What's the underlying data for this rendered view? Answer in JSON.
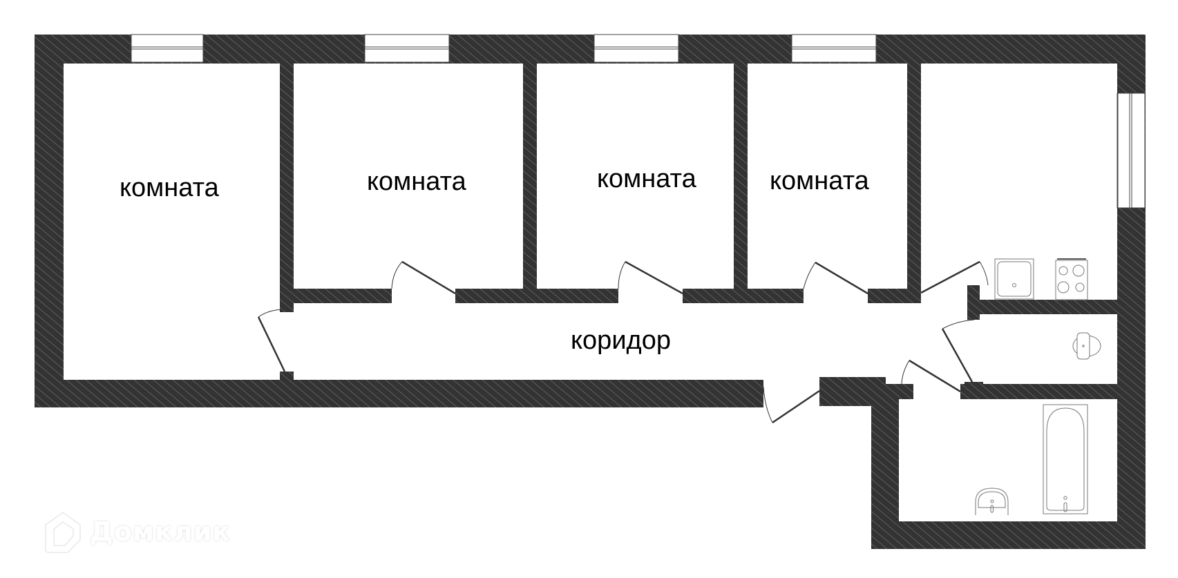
{
  "plan": {
    "rooms": [
      {
        "id": "room-1",
        "label": "комната"
      },
      {
        "id": "room-2",
        "label": "комната"
      },
      {
        "id": "room-3",
        "label": "комната"
      },
      {
        "id": "room-4",
        "label": "комната"
      },
      {
        "id": "corridor",
        "label": "коридор"
      }
    ],
    "unlabeled_spaces": [
      "kitchen",
      "toilet",
      "bathroom"
    ],
    "fixtures": [
      "kitchen-sink",
      "stove",
      "toilet",
      "washbasin",
      "bathtub"
    ],
    "colors": {
      "wall": "#333333",
      "hatch": "#7a7a7a",
      "background": "#ffffff",
      "fixture_line": "#777777"
    }
  },
  "watermark": {
    "text": "Домклик",
    "icon": "house-logo-icon"
  }
}
